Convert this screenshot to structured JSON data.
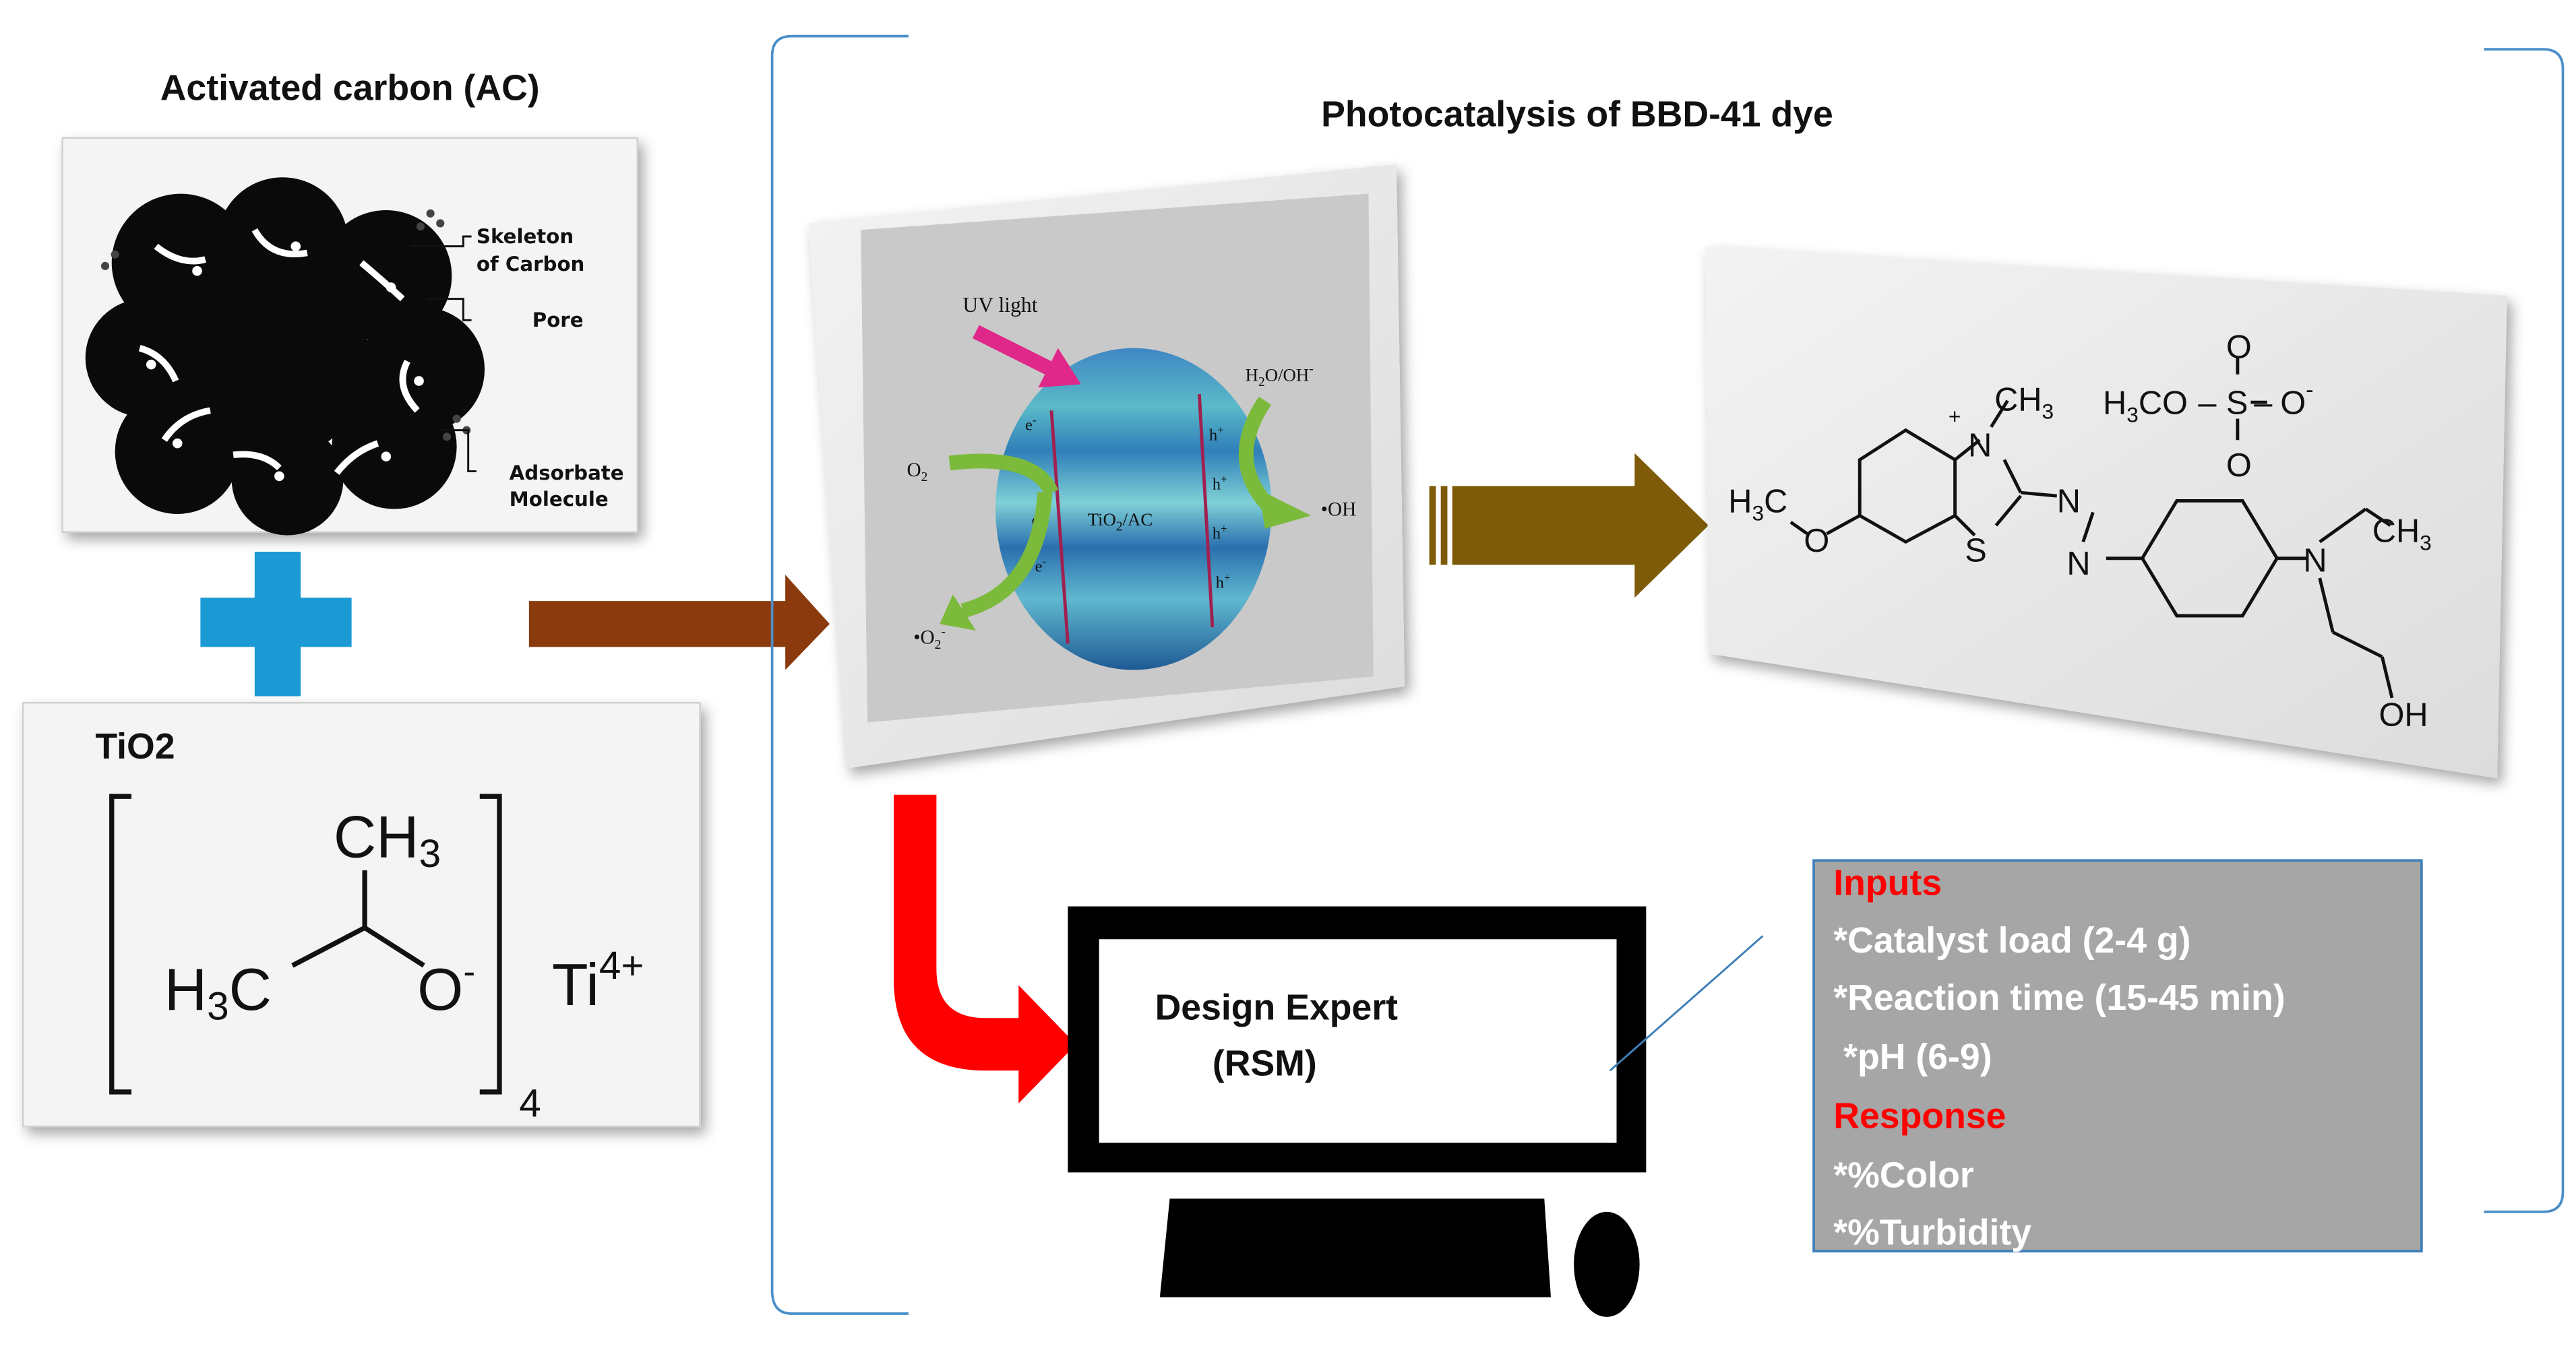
{
  "titles": {
    "ac": "Activated carbon (AC)",
    "photocatalysis": "Photocatalysis of BBD-41 dye",
    "tio2": "TiO2"
  },
  "ac_labels": {
    "skeleton_1": "Skeleton",
    "skeleton_2": "of Carbon",
    "pore": "Pore",
    "adsorbate_1": "Adsorbate",
    "adsorbate_2": "Molecule"
  },
  "tio2_formula": {
    "ch3_c": "CH",
    "ch3_sub": "3",
    "h3c_h": "H",
    "h3c_sub": "3",
    "h3c_c": "C",
    "o": "O",
    "o_charge": "-",
    "ti": "Ti",
    "ti_charge": "4+",
    "count": "4"
  },
  "photo_labels": {
    "uv": "UV light",
    "h2o": "H",
    "h2o_sub": "2",
    "h2o_rest": "O/OH",
    "h2o_sup": "-",
    "o2": "O",
    "o2_sub": "2",
    "oh": "•OH",
    "o2rad": "•O",
    "o2rad_sub": "2",
    "o2rad_sup": "-",
    "center": "TiO",
    "center_sub": "2",
    "center_rest": "/AC",
    "electron": "e",
    "electron_sup": "-",
    "hole": "h",
    "hole_sup": "+"
  },
  "dye_labels": {
    "h3co_left": "H",
    "h3co_left_sub": "3",
    "h3co_left_c": "C",
    "o": "O",
    "s": "S",
    "n_plus": "N",
    "plus": "+",
    "ch3_top": "CH",
    "ch3_top_sub": "3",
    "n1": "N",
    "n2": "N",
    "n3": "N",
    "ch3_right": "CH",
    "ch3_right_sub": "3",
    "oh": "OH",
    "sulfate_h3co": "H",
    "sulfate_h3co_sub": "3",
    "sulfate_co": "CO",
    "sulfate_s": "S",
    "sulfate_o_top": "O",
    "sulfate_o_bottom": "O",
    "sulfate_o_minus": "O",
    "sulfate_minus": "-",
    "dash1": "–",
    "dash2": "–"
  },
  "monitor": {
    "line1": "Design Expert",
    "line2": "(RSM)"
  },
  "info_box": {
    "inputs_header": "Inputs",
    "inputs": [
      "*Catalyst load (2-4 g)",
      "*Reaction time (15-45 min)",
      " *pH (6-9)"
    ],
    "response_header": "Response",
    "responses": [
      "*%Color",
      "*%Turbidity"
    ]
  },
  "colors": {
    "plus_blue": "#1b9ad6",
    "arrow_brown": "#8b3a0e",
    "arrow_olive": "#7d5b08",
    "arrow_red": "#ff0000",
    "header_red": "#ff0000",
    "info_bg": "#a6a6a6",
    "bracket_blue": "#4a8fc9"
  }
}
